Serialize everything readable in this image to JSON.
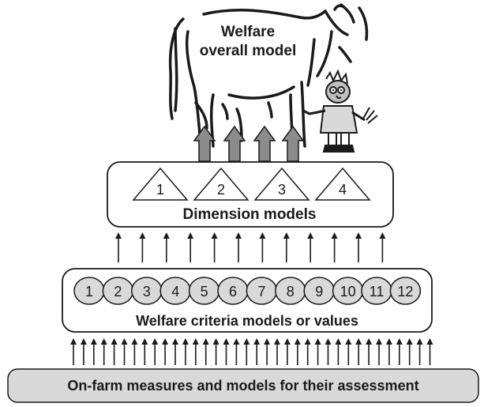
{
  "top_model": {
    "line1": "Welfare",
    "line2": "overall model"
  },
  "dimension_box": {
    "label": "Dimension models",
    "triangles": [
      "1",
      "2",
      "3",
      "4"
    ]
  },
  "criteria_box": {
    "label": "Welfare criteria models or values",
    "circles": [
      "1",
      "2",
      "3",
      "4",
      "5",
      "6",
      "7",
      "8",
      "9",
      "10",
      "11",
      "12"
    ]
  },
  "measures_box": {
    "label": "On-farm measures and models for their assessment"
  },
  "colors": {
    "fill_gray": "#d9d9d9",
    "stroke": "#1a1a1a",
    "arrow_gray": "#8c8c8c"
  },
  "illustration": {
    "cow": "cow-outline-drawing",
    "farmer": "cartoon-farmer-figure"
  }
}
